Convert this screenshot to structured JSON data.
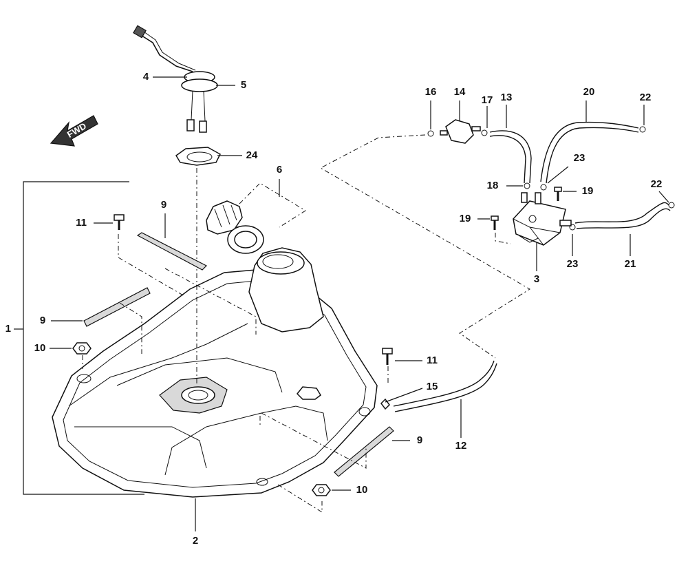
{
  "diagram": {
    "fwd_label": "FWD",
    "callouts": {
      "c1": "1",
      "c2": "2",
      "c3": "3",
      "c4": "4",
      "c5": "5",
      "c6": "6",
      "c9a": "9",
      "c9b": "9",
      "c9c": "9",
      "c10a": "10",
      "c10b": "10",
      "c11a": "11",
      "c11b": "11",
      "c12": "12",
      "c13": "13",
      "c14": "14",
      "c15": "15",
      "c16": "16",
      "c17": "17",
      "c18": "18",
      "c19a": "19",
      "c19b": "19",
      "c20": "20",
      "c21": "21",
      "c22a": "22",
      "c22b": "22",
      "c23a": "23",
      "c23b": "23",
      "c24": "24"
    }
  }
}
